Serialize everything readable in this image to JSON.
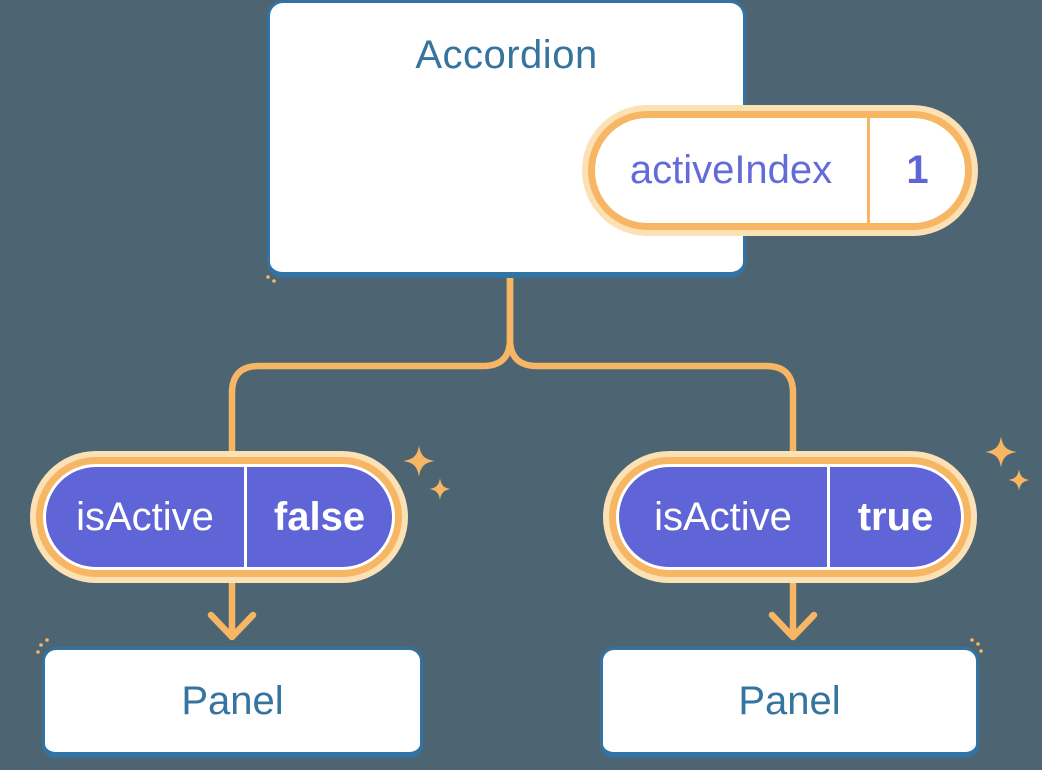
{
  "diagram": {
    "description": "Accordion component passing isActive props down to two Panel children",
    "colors": {
      "background": "#4D6572",
      "card_border_blue": "#3273A4",
      "heading_blue": "#35749E",
      "wire_orange": "#F6B664",
      "glow_cream": "#FCE1B5",
      "prop_purple": "#5F64D6",
      "state_text_purple": "#626BD8"
    }
  },
  "accordion": {
    "title": "Accordion",
    "state": {
      "label": "activeIndex",
      "value": "1"
    }
  },
  "pills": {
    "left": {
      "label": "isActive",
      "value": "false"
    },
    "right": {
      "label": "isActive",
      "value": "true"
    }
  },
  "panels": {
    "left": {
      "title": "Panel"
    },
    "right": {
      "title": "Panel"
    }
  },
  "icons": {
    "sparkle": "sparkle-icon"
  }
}
